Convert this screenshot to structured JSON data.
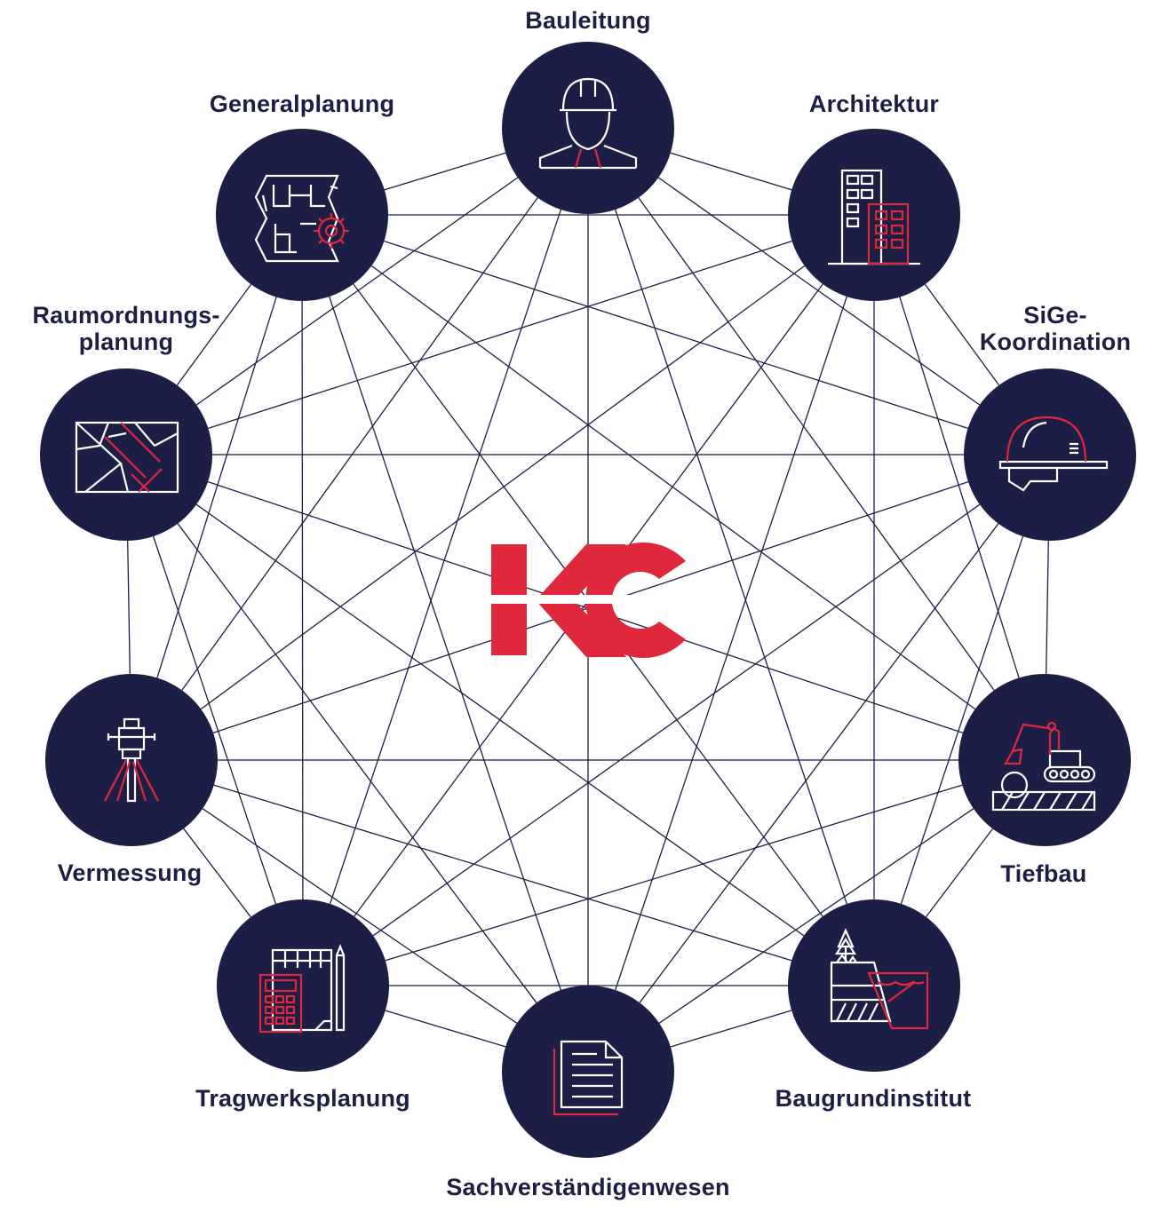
{
  "logo": {
    "text": "KC",
    "color": "#e0283c"
  },
  "colors": {
    "node_fill": "#1c1e45",
    "line": "#1c1e45",
    "accent": "#e0283c",
    "icon_line": "#ffffff"
  },
  "nodes": [
    {
      "id": "bauleitung",
      "label": "Bauleitung",
      "icon": "hard-hat-worker-icon"
    },
    {
      "id": "architektur",
      "label": "Architektur",
      "icon": "buildings-icon"
    },
    {
      "id": "sige",
      "label_lines": [
        "SiGe-",
        "Koordination"
      ],
      "icon": "safety-helmet-icon"
    },
    {
      "id": "tiefbau",
      "label": "Tiefbau",
      "icon": "excavator-icon"
    },
    {
      "id": "baugrund",
      "label": "Baugrundinstitut",
      "icon": "soil-profile-icon"
    },
    {
      "id": "sachverst",
      "label": "Sachverständigenwesen",
      "icon": "document-icon"
    },
    {
      "id": "tragwerk",
      "label": "Tragwerksplanung",
      "icon": "calculator-plans-icon"
    },
    {
      "id": "vermessung",
      "label": "Vermessung",
      "icon": "theodolite-tripod-icon"
    },
    {
      "id": "raumordnung",
      "label_lines": [
        "Raumordnungs-",
        "planung"
      ],
      "icon": "zoning-map-icon"
    },
    {
      "id": "generalplanung",
      "label": "Generalplanung",
      "icon": "blueprint-gear-icon"
    }
  ]
}
